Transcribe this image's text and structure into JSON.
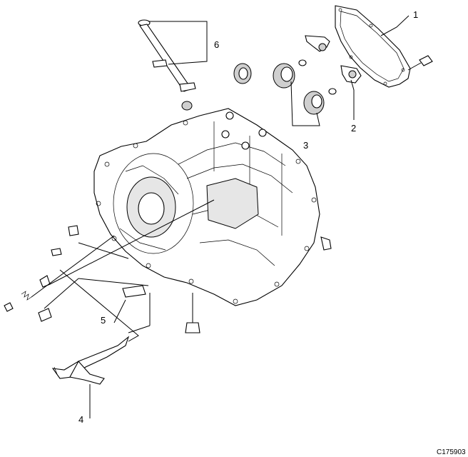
{
  "callouts": [
    {
      "id": "1",
      "label": "1"
    },
    {
      "id": "2",
      "label": "2"
    },
    {
      "id": "3",
      "label": "3"
    },
    {
      "id": "4",
      "label": "4"
    },
    {
      "id": "5",
      "label": "5"
    },
    {
      "id": "6",
      "label": "6"
    }
  ],
  "figure_code": "C175903"
}
